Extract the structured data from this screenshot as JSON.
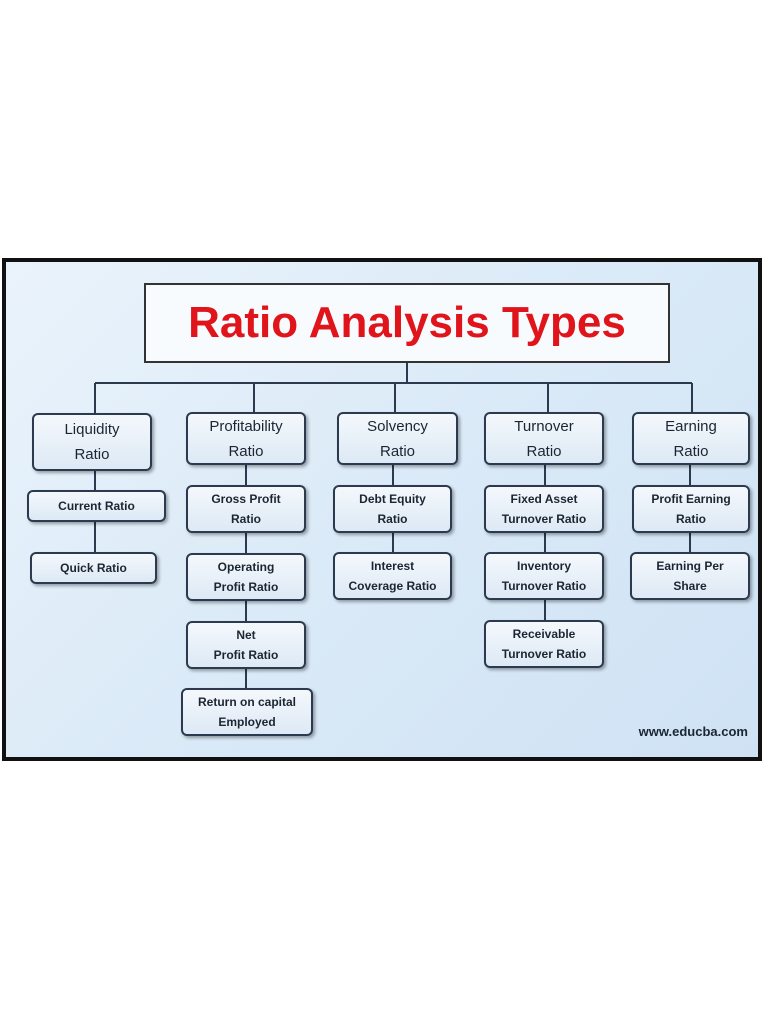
{
  "title": "Ratio Analysis Types",
  "categories": [
    {
      "label": "Liquidity\nRatio",
      "children": [
        "Current Ratio",
        "Quick Ratio"
      ]
    },
    {
      "label": "Profitability\nRatio",
      "children": [
        "Gross Profit\nRatio",
        "Operating\nProfit Ratio",
        "Net\nProfit Ratio",
        "Return on capital\nEmployed"
      ]
    },
    {
      "label": "Solvency\nRatio",
      "children": [
        "Debt Equity\nRatio",
        "Interest\nCoverage Ratio"
      ]
    },
    {
      "label": "Turnover\nRatio",
      "children": [
        "Fixed Asset\nTurnover Ratio",
        "Inventory\nTurnover Ratio",
        "Receivable\nTurnover Ratio"
      ]
    },
    {
      "label": "Earning\nRatio",
      "children": [
        "Profit Earning\nRatio",
        "Earning Per\nShare"
      ]
    }
  ],
  "watermark": "www.educba.com",
  "colors": {
    "title": "#e0141b",
    "border": "#2b3a4e",
    "connector": "#2b3a4e"
  }
}
